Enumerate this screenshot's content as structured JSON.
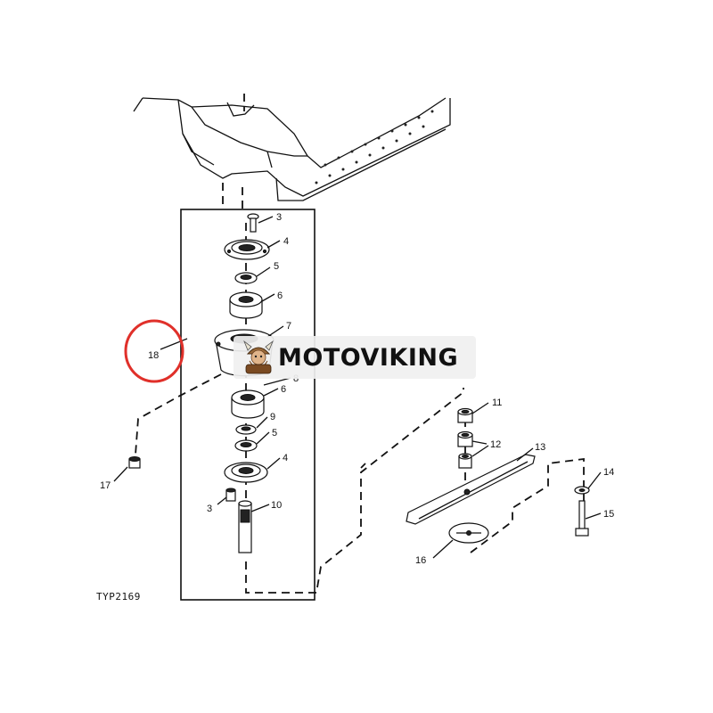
{
  "callouts": {
    "c3a": "3",
    "c4a": "4",
    "c5a": "5",
    "c6a": "6",
    "c7": "7",
    "c8": "8",
    "c6b": "6",
    "c9": "9",
    "c5b": "5",
    "c4b": "4",
    "c3b": "3",
    "c10": "10",
    "c11": "11",
    "c12": "12",
    "c13": "13",
    "c14": "14",
    "c15": "15",
    "c16": "16",
    "c17": "17",
    "c18": "18"
  },
  "figure_code": "TYP2169",
  "watermark": "MOTOVIKING",
  "highlight_color": "#e0302a",
  "logo_icon": "viking-mascot-icon"
}
